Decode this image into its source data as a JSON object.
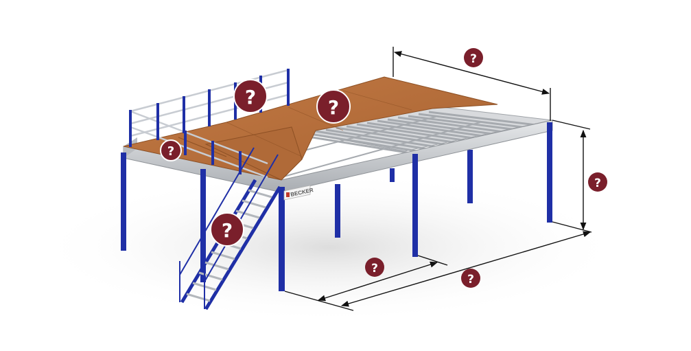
{
  "brand": {
    "label": "BECKER"
  },
  "hotspots": [
    {
      "id": "railing",
      "label": "?"
    },
    {
      "id": "floor",
      "label": "?"
    },
    {
      "id": "kickplate",
      "label": "?"
    },
    {
      "id": "stairs",
      "label": "?"
    },
    {
      "id": "depth",
      "label": "?"
    },
    {
      "id": "height",
      "label": "?"
    },
    {
      "id": "column-spacing",
      "label": "?"
    },
    {
      "id": "length",
      "label": "?"
    }
  ],
  "colors": {
    "hotspot": "#7a1f2b",
    "steel_blue": "#1f2fa6",
    "deck": "#b8703d",
    "galvanized": "#c9ccd0"
  }
}
